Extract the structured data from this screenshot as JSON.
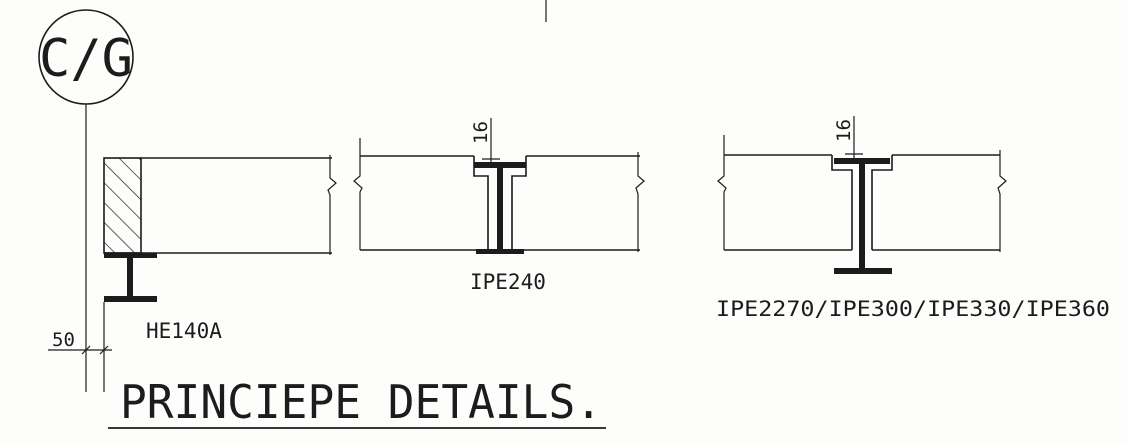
{
  "grid_marker": {
    "label": "C/G"
  },
  "dimensions": {
    "left_offset": "50",
    "flange_thickness_middle": "16",
    "flange_thickness_right": "16"
  },
  "sections": {
    "left_profile": "HE140A",
    "middle_profile": "IPE240",
    "right_profiles": "IPE2270/IPE300/IPE330/IPE360"
  },
  "title": {
    "text": "PRINCIEPE DETAILS."
  },
  "colors": {
    "ink": "#1c1c1c",
    "paper": "#fdfdfb"
  }
}
